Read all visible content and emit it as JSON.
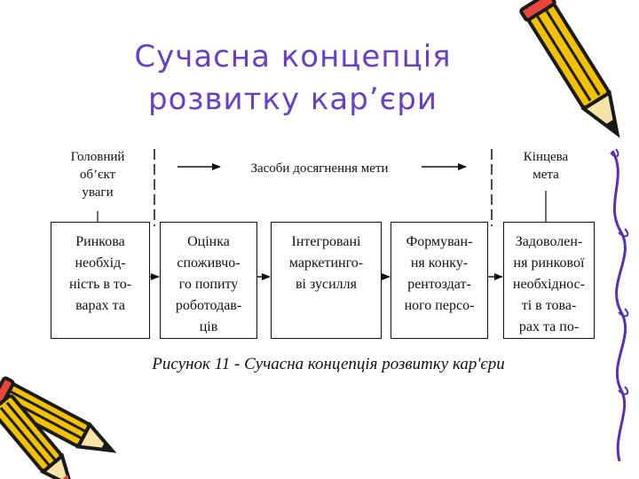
{
  "title": {
    "line1": "Сучасна концепція",
    "line2": "розвитку кар’єри"
  },
  "diagram": {
    "header_left": [
      "Головний",
      "об’єкт",
      "уваги"
    ],
    "header_middle": "Засоби досягнення мети",
    "header_right": [
      "Кінцева",
      "мета"
    ],
    "boxes": [
      {
        "lines": [
          "Ринкова",
          "необхід-",
          "ність в то-",
          "варах та"
        ]
      },
      {
        "lines": [
          "Оцінка",
          "споживчо-",
          "го попиту",
          "роботодав-",
          "ців"
        ]
      },
      {
        "lines": [
          "Інтегровані",
          "маркетинго-",
          "ві зусилля"
        ]
      },
      {
        "lines": [
          "Формуван-",
          "ня конку-",
          "рентоздат-",
          "ного персо-"
        ]
      },
      {
        "lines": [
          "Задоволен-",
          "ня ринкової",
          "необхіднос-",
          "ті в това-",
          "рах та по-"
        ]
      }
    ],
    "caption": "Рисунок 11 - Сучасна концепція розвитку кар'єри"
  },
  "colors": {
    "title": "#6a3fc8",
    "pencil_body": "#f2c200",
    "pencil_outline": "#1a1a1a",
    "pencil_tip": "#e8453c",
    "border_curve": "#5a2fb8"
  },
  "decorations": {
    "top_right": "pencil-icon",
    "bottom_left": "pencils-icon",
    "right_edge": "swirl-border"
  }
}
